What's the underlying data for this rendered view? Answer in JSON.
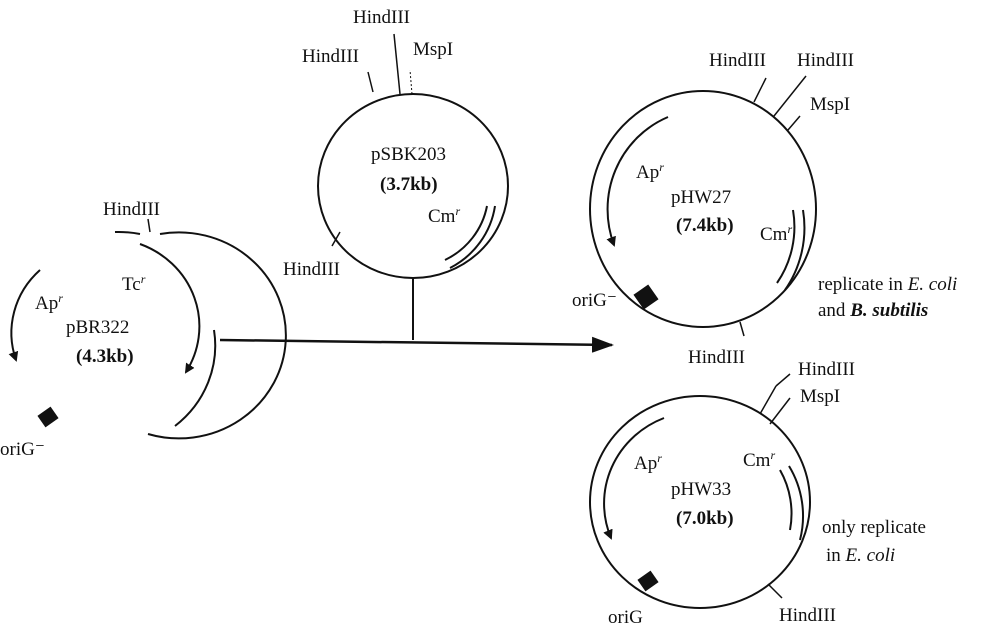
{
  "plasmids": {
    "pBR322": {
      "name": "pBR322",
      "size": "(4.3kb)",
      "sites": {
        "hind": "HindIII"
      },
      "genes": {
        "ap": "Ap",
        "tc": "Tc",
        "sup": "r"
      },
      "ori": "oriG⁻"
    },
    "pSBK203": {
      "name": "pSBK203",
      "size": "(3.7kb)",
      "sites": {
        "hind_top": "HindIII",
        "hind_left": "HindIII",
        "msp": "MspI",
        "hind_bottom": "HindIII"
      },
      "genes": {
        "cm": "Cm",
        "sup": "r"
      }
    },
    "pHW27": {
      "name": "pHW27",
      "size": "(7.4kb)",
      "sites": {
        "hind_a": "HindIII",
        "hind_b": "HindIII",
        "msp": "MspI",
        "hind_bottom": "HindIII"
      },
      "genes": {
        "ap": "Ap",
        "cm": "Cm",
        "sup": "r"
      },
      "ori": "oriG⁻",
      "note": {
        "line1_pre": "replicate in ",
        "line1_em": "E. coli",
        "line2_pre": "and ",
        "line2_em": "B. subtilis"
      }
    },
    "pHW33": {
      "name": "pHW33",
      "size": "(7.0kb)",
      "sites": {
        "hind_top": "HindIII",
        "msp": "MspI",
        "hind_bottom": "HindIII"
      },
      "genes": {
        "ap": "Ap",
        "cm": "Cm",
        "sup": "r"
      },
      "ori": "oriG",
      "note": {
        "line1": "only replicate",
        "line2_pre": "in ",
        "line2_em": "E. coli"
      }
    }
  },
  "colors": {
    "ink": "#111111",
    "background": "#ffffff"
  }
}
